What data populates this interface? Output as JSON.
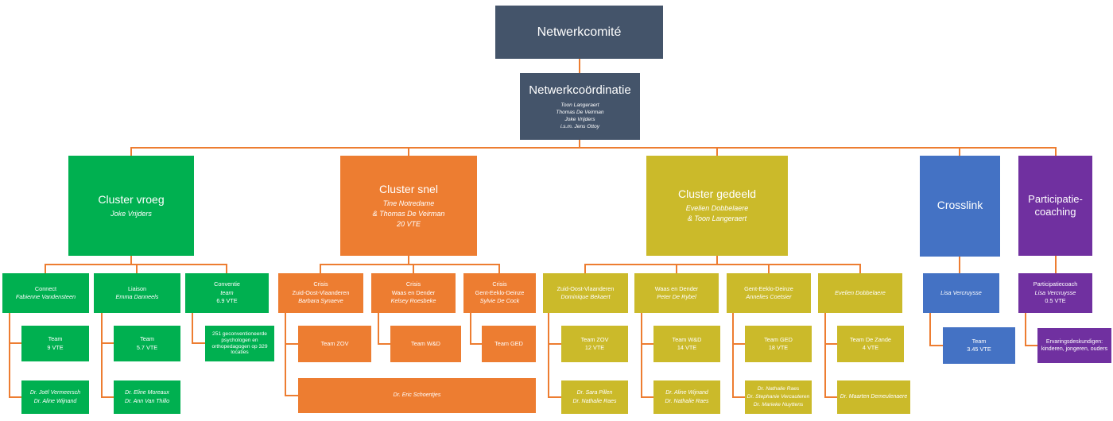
{
  "colors": {
    "slate": "#44546A",
    "green": "#00B050",
    "orange": "#ED7D31",
    "gold": "#CBBA2A",
    "blue": "#4472C4",
    "purple": "#7030A0",
    "connector": "#ED7D31",
    "text": "#FFFFFF"
  },
  "committee": {
    "title": "Netwerkcomité"
  },
  "coordination": {
    "title": "Netwerkcoördinatie",
    "members": [
      "Toon Langeraert",
      "Thomas De Veirman",
      "Joke Vrijders",
      "i.s.m. Jens Ottoy"
    ]
  },
  "cluster_vroeg": {
    "title": "Cluster vroeg",
    "lines": [
      "Joke Vrijders"
    ],
    "units": [
      {
        "name": "Connect",
        "lead": "Fabienne Vandensteen",
        "team": [
          "Team",
          "9 VTE"
        ],
        "doctors": [
          "Dr. Joël Vermeersch",
          "Dr. Aline Wijnand"
        ]
      },
      {
        "name": "Liaison",
        "lead": "Emma Danneels",
        "team": [
          "Team",
          "5.7 VTE"
        ],
        "doctors": [
          "Dr. Eline Moreaux",
          "Dr. Ann Van Thillo"
        ]
      },
      {
        "name": "Conventie",
        "lead": "team",
        "fte": "6.9 VTE",
        "team": [
          "251 geconventioneerde",
          "psychologen en",
          "orthopedagogen op 329",
          "locaties"
        ]
      }
    ]
  },
  "cluster_snel": {
    "title": "Cluster snel",
    "lines": [
      "Tine Notredame",
      "& Thomas De Veirman",
      "20 VTE"
    ],
    "units": [
      {
        "type": "Crisis",
        "region": "Zuid-Oost-Vlaanderen",
        "lead": "Barbara Synaeve",
        "team": "Team ZOV"
      },
      {
        "type": "Crisis",
        "region": "Waas en Dender",
        "lead": "Kelsey Roesbeke",
        "team": "Team W&D"
      },
      {
        "type": "Crisis",
        "region": "Gent-Eeklo-Deinze",
        "lead": "Sylvie De Cock",
        "team": "Team GED"
      }
    ],
    "doctor": "Dr. Eric Schoentjes"
  },
  "cluster_gedeeld": {
    "title": "Cluster gedeeld",
    "lines": [
      "Evelien Dobbelaere",
      "& Toon Langeraert"
    ],
    "units": [
      {
        "region": "Zuid-Oost-Vlaanderen",
        "lead": "Dominique Bekaert",
        "team": [
          "Team ZOV",
          "12 VTE"
        ],
        "doctors": [
          "Dr. Sara Pillen",
          "Dr. Nathalie Raes"
        ]
      },
      {
        "region": "Waas en Dender",
        "lead": "Peter De Rybel",
        "team": [
          "Team W&D",
          "14 VTE"
        ],
        "doctors": [
          "Dr. Aline Wijnand",
          "Dr. Nathalie Raes"
        ]
      },
      {
        "region": "Gent-Eeklo-Deinze",
        "lead": "Annelies Coetsier",
        "team": [
          "Team GED",
          "18 VTE"
        ],
        "doctors": [
          "Dr. Nathalie Raes",
          "Dr. Stephanie Vercauteren",
          "Dr. Marieke Nuyttens"
        ]
      },
      {
        "lead": "Evelien Dobbelaere",
        "team": [
          "Team De Zande",
          "4 VTE"
        ],
        "doctors": [
          "Dr. Maarten Demeulenaere"
        ]
      }
    ]
  },
  "crosslink": {
    "title": "Crosslink",
    "lead": "Lisa Vercruysse",
    "team": [
      "Team",
      "3.45 VTE"
    ]
  },
  "participatie": {
    "title": [
      "Participatie-",
      "coaching"
    ],
    "coach": {
      "role": "Participatiecoach",
      "name": "Lisa Vercruysse",
      "fte": "0.5 VTE"
    },
    "experts": [
      "Ervaringsdeskundigen:",
      "kinderen, jongeren, ouders"
    ]
  }
}
